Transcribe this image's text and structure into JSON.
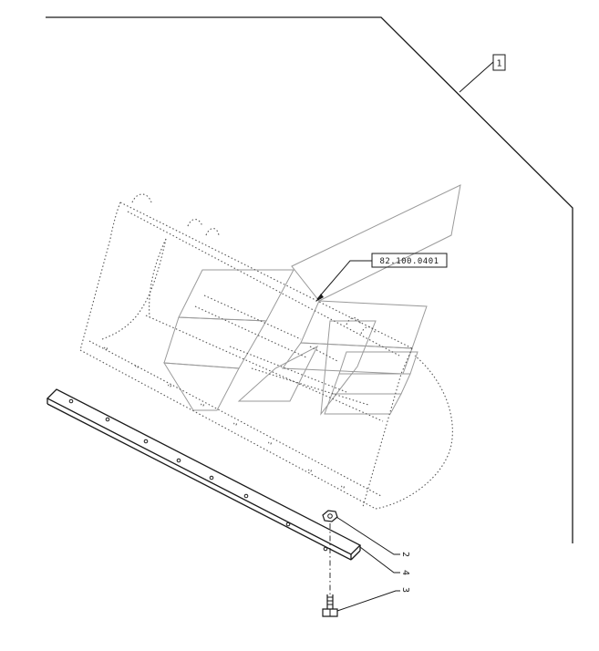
{
  "callouts": {
    "assembly": "1",
    "part_2": "2",
    "part_3": "3",
    "part_4": "4",
    "reference": "82.100.0401"
  }
}
